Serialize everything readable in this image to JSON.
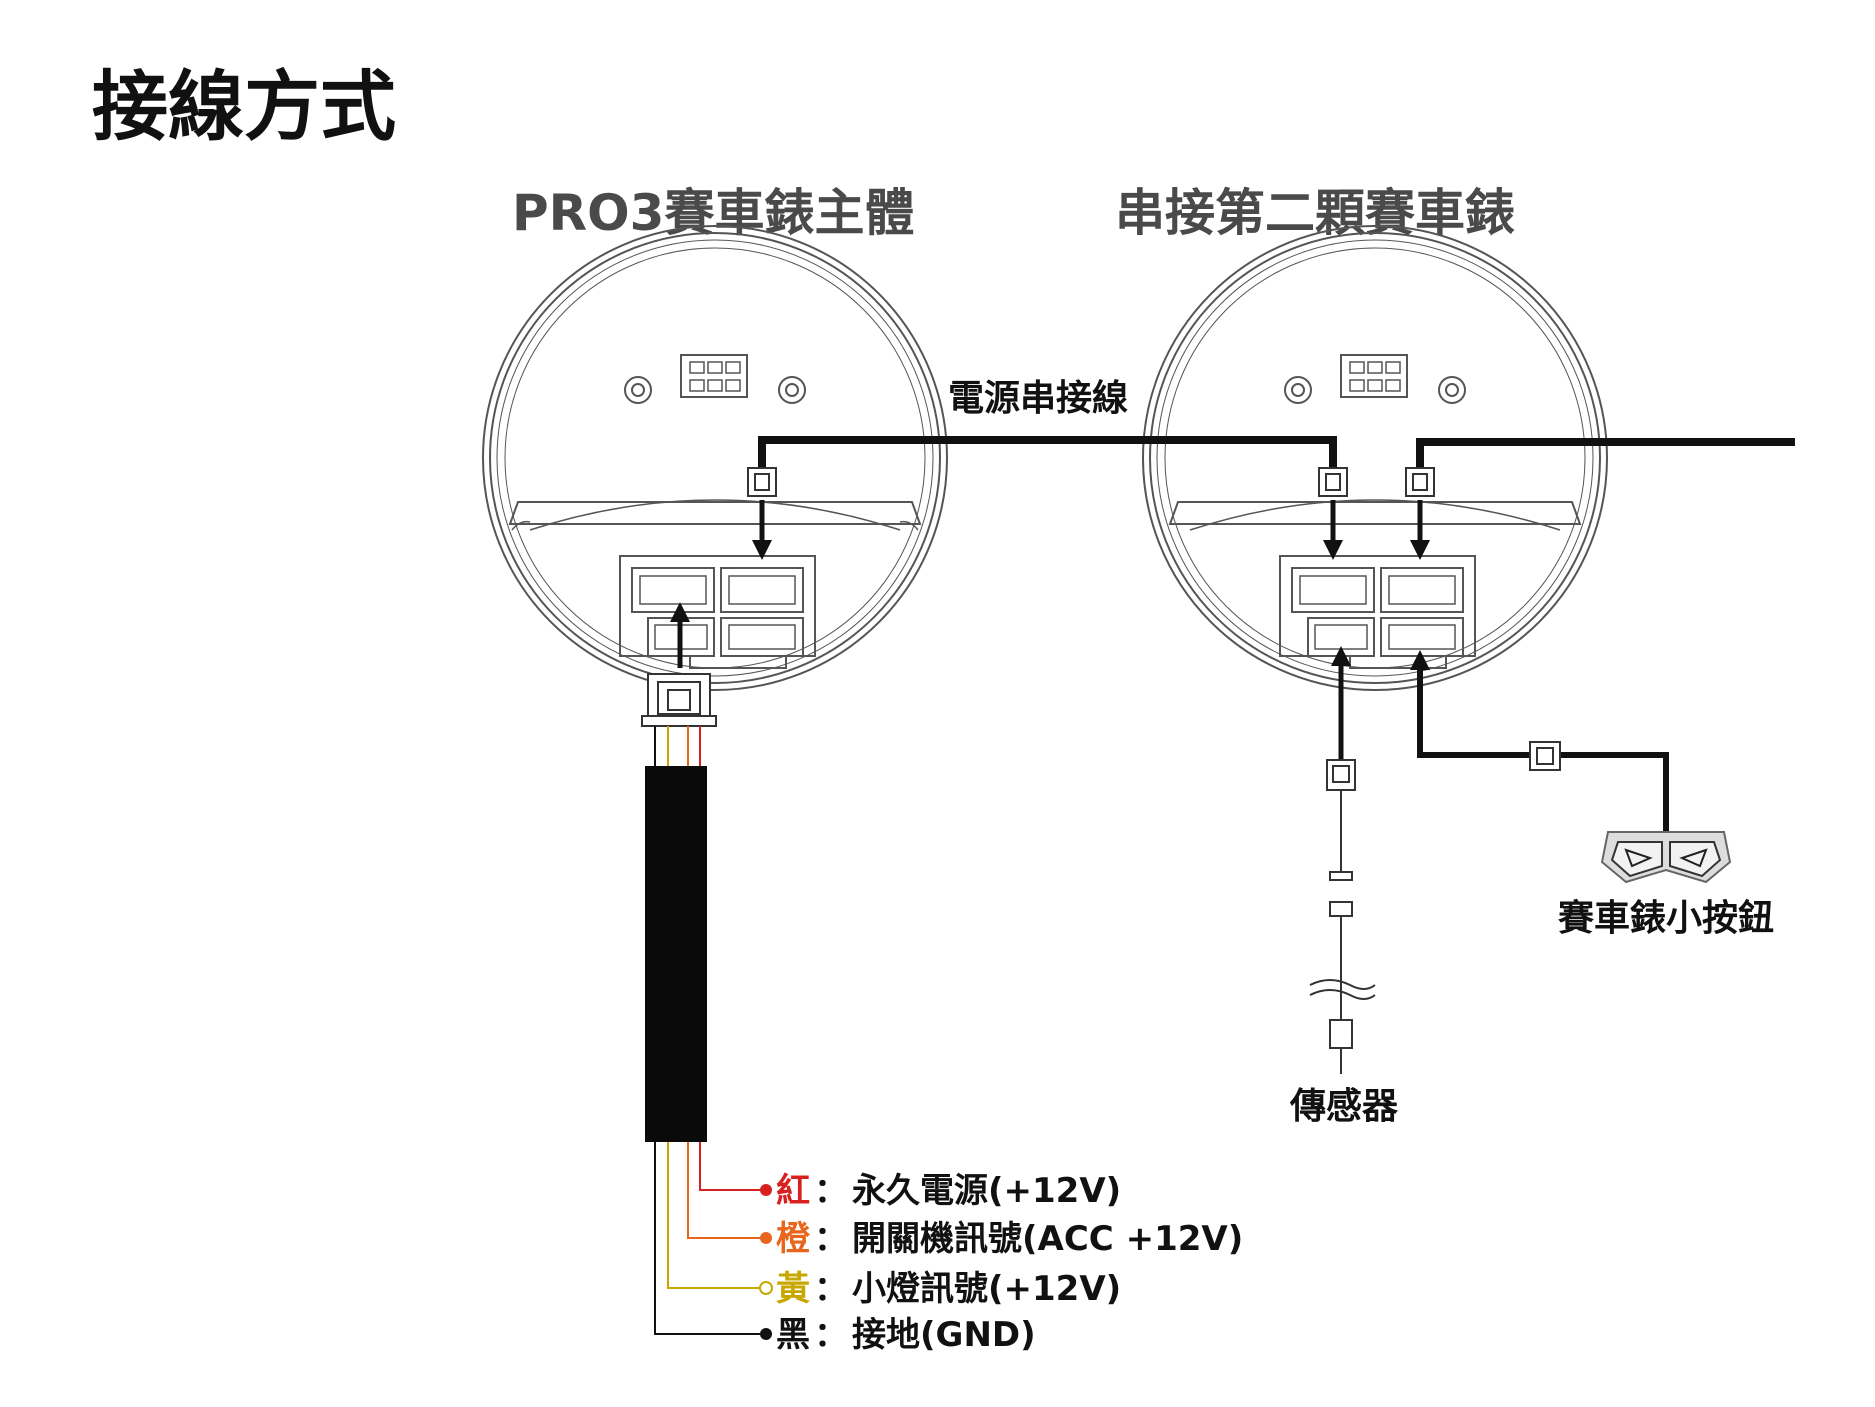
{
  "title": "接線方式",
  "gauges": {
    "main_label": "PRO3賽車錶主體",
    "second_label": "串接第二顆賽車錶"
  },
  "cable_label": "電源串接線",
  "sensor_label": "傳感器",
  "button_label": "賽車錶小按鈕",
  "wires": [
    {
      "color_name": "紅",
      "separator": "：",
      "description": "永久電源(+12V)",
      "color": "#d8201e"
    },
    {
      "color_name": "橙",
      "separator": "：",
      "description": "開關機訊號(ACC +12V)",
      "color": "#e8661c"
    },
    {
      "color_name": "黃",
      "separator": "：",
      "description": "小燈訊號(+12V)",
      "color": "#c8a800"
    },
    {
      "color_name": "黑",
      "separator": "：",
      "description": "接地(GND)",
      "color": "#111111"
    }
  ],
  "colors": {
    "line": "#111111",
    "outline": "#555555",
    "label_gray": "#4a4a4a"
  }
}
